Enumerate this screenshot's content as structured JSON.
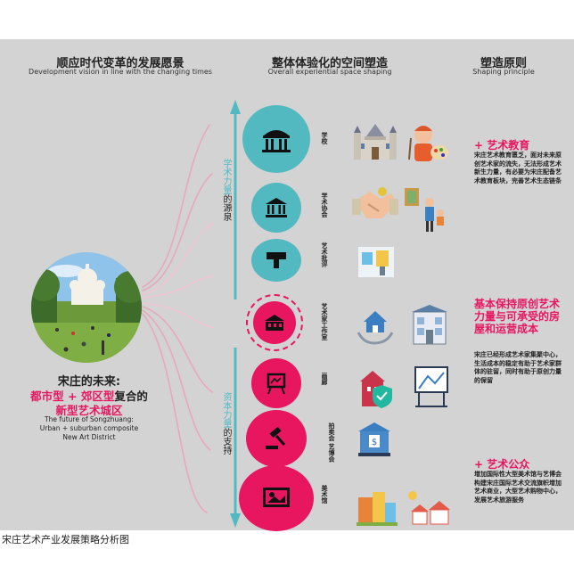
{
  "headers": {
    "col1": {
      "cn": "顺应时代变革的发展愿景",
      "en": "Development vision in line with the changing times"
    },
    "col2": {
      "cn": "整体体验化的空间塑造",
      "en": "Overall experiential space shaping"
    },
    "col3": {
      "cn": "塑造原则",
      "en": "Shaping principle"
    }
  },
  "vision": {
    "line1": "宋庄的未来:",
    "line2_pink": "都市型 + 郊区型",
    "line2_dark": "复合的",
    "line3_pink": "新型艺术城区",
    "en1": "The future of Songzhuang:",
    "en2": "Urban + suburban composite",
    "en3": "New Art District"
  },
  "axis": {
    "upper_teal": "学术力量",
    "upper_dark": "的源泉",
    "lower_teal": "资本力量",
    "lower_dark": "的支持"
  },
  "spaces": [
    {
      "label": "学校",
      "color": "teal",
      "icon": "school-building-icon"
    },
    {
      "label": "学术协会",
      "color": "teal",
      "icon": "institution-icon"
    },
    {
      "label": "艺术批评",
      "color": "teal",
      "icon": "podium-icon"
    },
    {
      "label": "艺术家工作室",
      "color": "pink",
      "icon": "studio-house-icon"
    },
    {
      "label": "画廊",
      "color": "pink",
      "icon": "gallery-easel-icon"
    },
    {
      "label": "拍卖会 艺博会",
      "color": "pink",
      "icon": "auction-gavel-icon"
    },
    {
      "label": "美术馆",
      "color": "pink",
      "icon": "museum-painting-icon"
    }
  ],
  "principles": [
    {
      "title": "+ 艺术教育",
      "body": "宋庄艺术教育匮乏，面对未来原创艺术家的流失，无法形成艺术新生力量，有必要为宋庄配备艺术教育板块，完善艺术生态链条"
    },
    {
      "title": "基本保持原创艺术力量与可承受的房屋和运营成本",
      "body": "宋庄已经形成艺术家集聚中心，生活成本的稳定有助于艺术家群体的驻留，同时有助于原创力量的保留"
    },
    {
      "title": "+ 艺术公众",
      "body": "增加国际性大型美术馆与艺博会构建宋庄国际艺术交流旗帜增加艺术商业，大型艺术购物中心，发展艺术旅游服务"
    }
  ],
  "caption": "宋庄艺术产业发展策略分析图",
  "colors": {
    "teal": "#52b9c1",
    "pink": "#e8155f",
    "panel": "#d3d3d3"
  }
}
